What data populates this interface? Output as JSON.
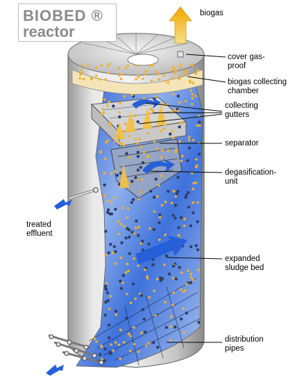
{
  "title": {
    "line1": "BIOBED ®",
    "line2": "reactor"
  },
  "labels": {
    "biogas": "biogas",
    "cover": "cover gas-\nproof",
    "chamber": "biogas collecting\nchamber",
    "gutters": "collecting\ngutters",
    "separator": "separator",
    "degas": "degasification-\nunit",
    "effluent": "treated\neffluent",
    "sludge": "expanded\nsludge bed",
    "pipes": "distribution\npipes"
  },
  "colors": {
    "shell": "#c8c8c8",
    "liquid": "#4a7fd8",
    "bubble": "#f0b030",
    "sludge": "#2f3f6a",
    "flow_arrow": "#2560d8",
    "gas_arrow": "#f2b418"
  }
}
